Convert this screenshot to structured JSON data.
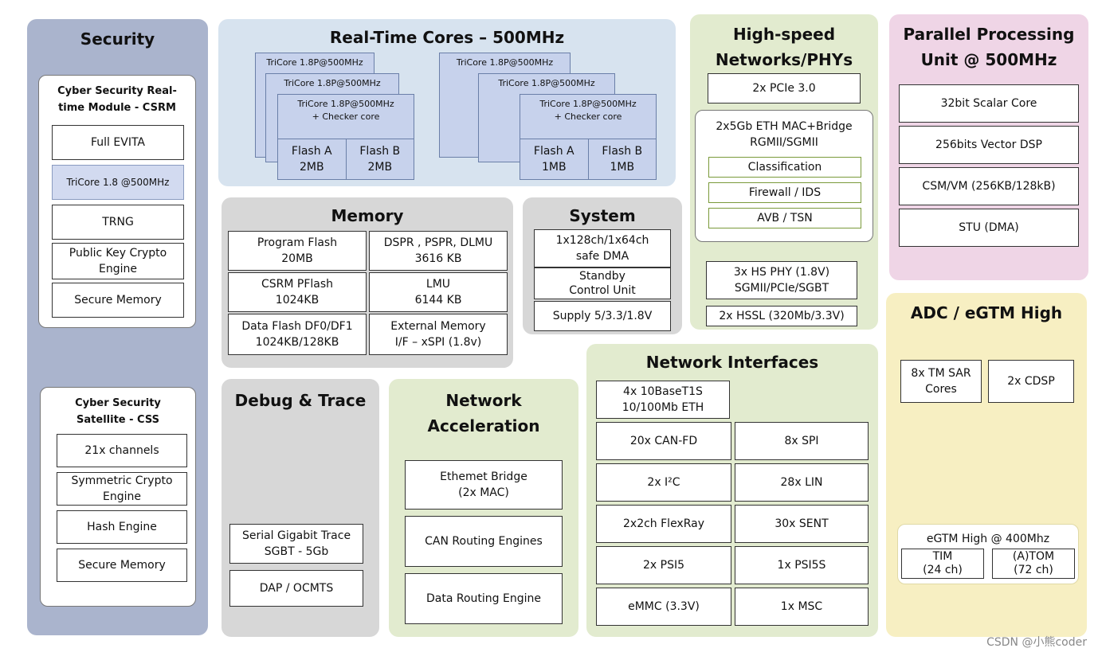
{
  "security": {
    "title": "Security",
    "csrm": {
      "title_line1": "Cyber Security Real-",
      "title_line2": "time Module - CSRM",
      "items": [
        "Full EVITA",
        "TriCore 1.8 @500MHz",
        "TRNG",
        "Public Key Crypto Engine",
        "Secure Memory"
      ]
    },
    "css": {
      "title_line1": "Cyber Security",
      "title_line2": "Satellite - CSS",
      "items": [
        "21x channels",
        "Symmetric Crypto Engine",
        "Hash Engine",
        "Secure Memory"
      ]
    }
  },
  "realtime": {
    "title": "Real-Time Cores – 500MHz",
    "core_label": "TriCore 1.8P@500MHz",
    "checker_label": "+ Checker core",
    "left_flash": [
      "Flash A",
      "2MB",
      "Flash B",
      "2MB"
    ],
    "right_flash": [
      "Flash A",
      "1MB",
      "Flash B",
      "1MB"
    ]
  },
  "memory": {
    "title": "Memory",
    "cells": [
      [
        "Program Flash",
        "20MB"
      ],
      [
        "DSPR , PSPR, DLMU",
        "3616 KB"
      ],
      [
        "CSRM PFlash",
        "1024KB"
      ],
      [
        "LMU",
        "6144 KB"
      ],
      [
        "Data Flash DF0/DF1",
        "1024KB/128KB"
      ],
      [
        "External Memory",
        "I/F – xSPI (1.8v)"
      ]
    ]
  },
  "system": {
    "title": "System",
    "items": [
      [
        "1x128ch/1x64ch",
        "safe DMA"
      ],
      [
        "Standby",
        "Control Unit"
      ],
      [
        "Supply 5/3.3/1.8V"
      ]
    ]
  },
  "highspeed": {
    "title_line1": "High-speed",
    "title_line2": "Networks/PHYs",
    "pcie": "2x PCIe 3.0",
    "eth_line1": "2x5Gb ETH MAC+Bridge",
    "eth_line2": "RGMII/SGMII",
    "eth_items": [
      "Classification",
      "Firewall / IDS",
      "AVB / TSN"
    ],
    "phy": [
      "3x HS PHY (1.8V)",
      "SGMII/PCIe/SGBT"
    ],
    "hssl": "2x HSSL (320Mb/3.3V)"
  },
  "ppu": {
    "title_line1": "Parallel Processing",
    "title_line2": "Unit @ 500MHz",
    "items": [
      "32bit Scalar Core",
      "256bits Vector DSP",
      "CSM/VM (256KB/128kB)",
      "STU (DMA)"
    ]
  },
  "adc": {
    "title": "ADC / eGTM High",
    "sar": [
      "8x TM SAR",
      "Cores"
    ],
    "cdsp": "2x CDSP",
    "egtm": "eGTM High @ 400Mhz",
    "tim": [
      "TIM",
      "(24 ch)"
    ],
    "atom": [
      "(A)TOM",
      "(72 ch)"
    ]
  },
  "debug": {
    "title": "Debug & Trace",
    "trace": [
      "Serial Gigabit Trace",
      "SGBT - 5Gb"
    ],
    "dap": "DAP / OCMTS"
  },
  "netaccel": {
    "title_line1": "Network",
    "title_line2": "Acceleration",
    "bridge": [
      "Ethemet Bridge",
      "(2x MAC)"
    ],
    "can": "CAN Routing Engines",
    "data": "Data Routing Engine"
  },
  "netif": {
    "title": "Network Interfaces",
    "top": [
      "4x 10BaseT1S",
      "10/100Mb ETH"
    ],
    "left": [
      "20x CAN-FD",
      "2x I²C",
      "2x2ch FlexRay",
      "2x PSI5",
      "eMMC (3.3V)"
    ],
    "right": [
      "8x SPI",
      "28x LIN",
      "30x SENT",
      "1x PSI5S",
      "1x MSC"
    ]
  },
  "watermark": "CSDN @小熊coder",
  "colors": {
    "security_bg": "#aab4cd",
    "realtime_bg": "#d7e3ef",
    "memory_bg": "#d7d7d7",
    "green_bg": "#e2ebcf",
    "ppu_bg": "#efd5e6",
    "adc_bg": "#f7efc2",
    "core_fill": "#c7d2ec"
  }
}
